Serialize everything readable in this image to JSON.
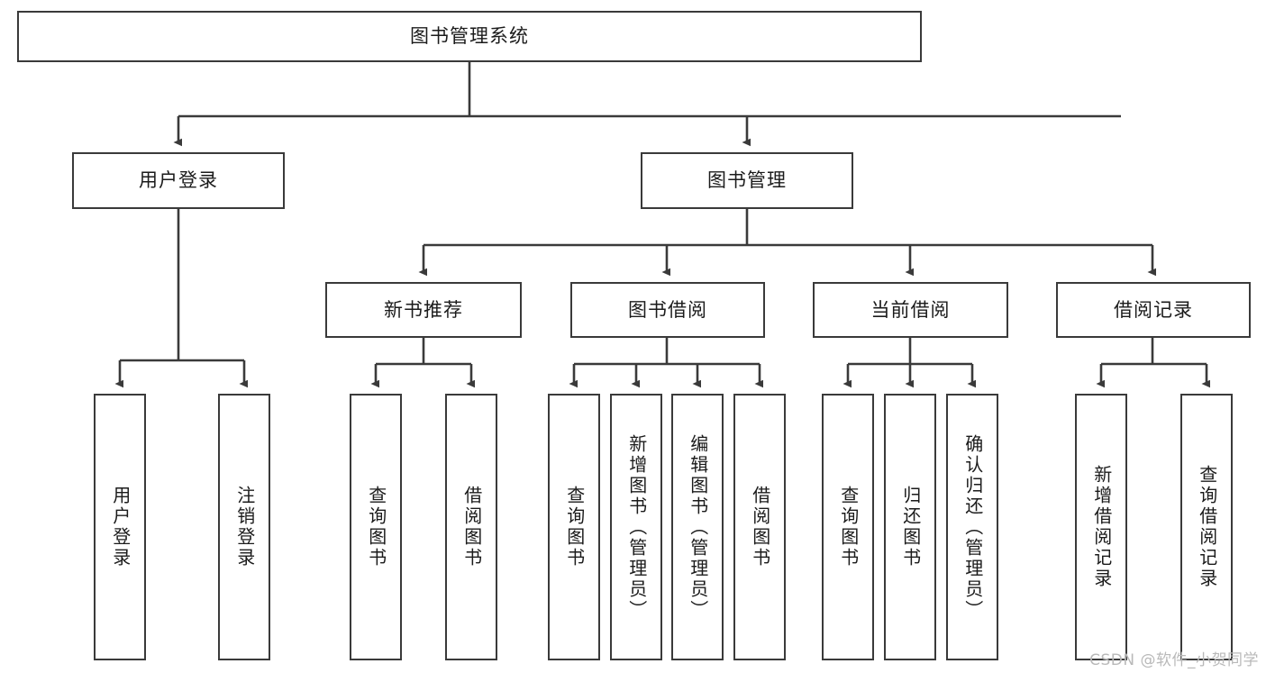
{
  "diagram": {
    "title": "图书管理系统",
    "type": "tree-hierarchy-diagram",
    "watermark": "CSDN @软件_小贺同学",
    "colors": {
      "box_border": "#3a3a3a",
      "box_fill": "#ffffff",
      "edge": "#3a3a3a",
      "text": "#1b1b1b",
      "watermark": "#b9b9b9"
    },
    "nodes": {
      "root": {
        "label": "图书管理系统"
      },
      "level2": [
        {
          "id": "user-login",
          "label": "用户登录"
        },
        {
          "id": "book-manage",
          "label": "图书管理"
        }
      ],
      "level3": [
        {
          "id": "new-book-recommend",
          "label": "新书推荐"
        },
        {
          "id": "book-borrow",
          "label": "图书借阅"
        },
        {
          "id": "current-borrow",
          "label": "当前借阅"
        },
        {
          "id": "borrow-record",
          "label": "借阅记录"
        }
      ],
      "leaves": {
        "user_login": [
          {
            "id": "leaf-user-login",
            "label": "用户登录"
          },
          {
            "id": "leaf-logout-login",
            "label": "注销登录"
          }
        ],
        "new_book_recommend": [
          {
            "id": "leaf-query-book-1",
            "label": "查询图书"
          },
          {
            "id": "leaf-borrow-book-1",
            "label": "借阅图书"
          }
        ],
        "book_borrow": [
          {
            "id": "leaf-query-book-2",
            "label": "查询图书"
          },
          {
            "id": "leaf-add-book-admin",
            "label": "新增图书（管理员）"
          },
          {
            "id": "leaf-edit-book-admin",
            "label": "编辑图书（管理员）"
          },
          {
            "id": "leaf-borrow-book-2",
            "label": "借阅图书"
          }
        ],
        "current_borrow": [
          {
            "id": "leaf-query-book-3",
            "label": "查询图书"
          },
          {
            "id": "leaf-return-book",
            "label": "归还图书"
          },
          {
            "id": "leaf-confirm-return-admin",
            "label": "确认归还（管理员）"
          }
        ],
        "borrow_record": [
          {
            "id": "leaf-add-borrow-record",
            "label": "新增借阅记录"
          },
          {
            "id": "leaf-query-borrow-record",
            "label": "查询借阅记录"
          }
        ]
      }
    }
  }
}
